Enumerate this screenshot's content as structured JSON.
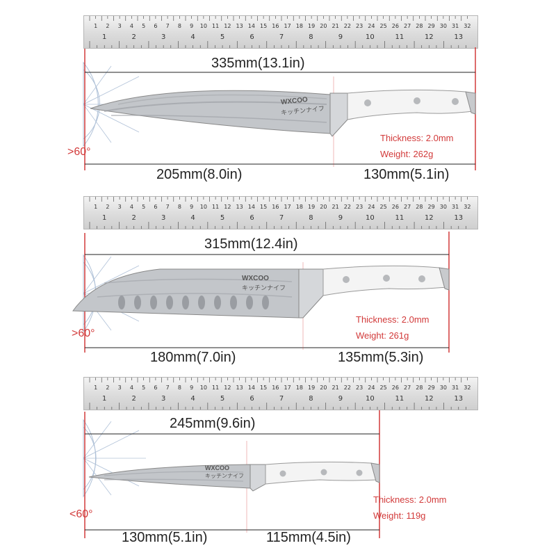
{
  "ruler": {
    "inch_marks": [
      "1",
      "2",
      "3",
      "4",
      "5",
      "6",
      "7",
      "8",
      "9",
      "10",
      "11",
      "12",
      "13"
    ],
    "cm_marks": [
      "1",
      "2",
      "3",
      "4",
      "5",
      "6",
      "7",
      "8",
      "9",
      "10",
      "11",
      "12",
      "13",
      "14",
      "15",
      "16",
      "17",
      "18",
      "19",
      "20",
      "21",
      "22",
      "23",
      "24",
      "25",
      "26",
      "27",
      "28",
      "29",
      "30",
      "31",
      "32"
    ]
  },
  "knives": [
    {
      "total": "335mm(13.1in)",
      "blade": "205mm(8.0in)",
      "handle": "130mm(5.1in)",
      "thickness": "Thickness: 2.0mm",
      "weight": "Weight: 262g",
      "angle": ">60°",
      "brand": "WXCOO",
      "brand_sub": "キッチンナイフ",
      "type": "chef"
    },
    {
      "total": "315mm(12.4in)",
      "blade": "180mm(7.0in)",
      "handle": "135mm(5.3in)",
      "thickness": "Thickness: 2.0mm",
      "weight": "Weight: 261g",
      "angle": ">60°",
      "brand": "WXCOO",
      "brand_sub": "キッチンナイフ",
      "type": "santoku"
    },
    {
      "total": "245mm(9.6in)",
      "blade": "130mm(5.1in)",
      "handle": "115mm(4.5in)",
      "thickness": "Thickness: 2.0mm",
      "weight": "Weight: 119g",
      "angle": "<60°",
      "brand": "WXCOO",
      "brand_sub": "キッチンナイフ",
      "type": "utility"
    }
  ],
  "colors": {
    "accent": "#d23a3a",
    "handle": "#f4f4f4",
    "steel": "#b9bcc0"
  }
}
